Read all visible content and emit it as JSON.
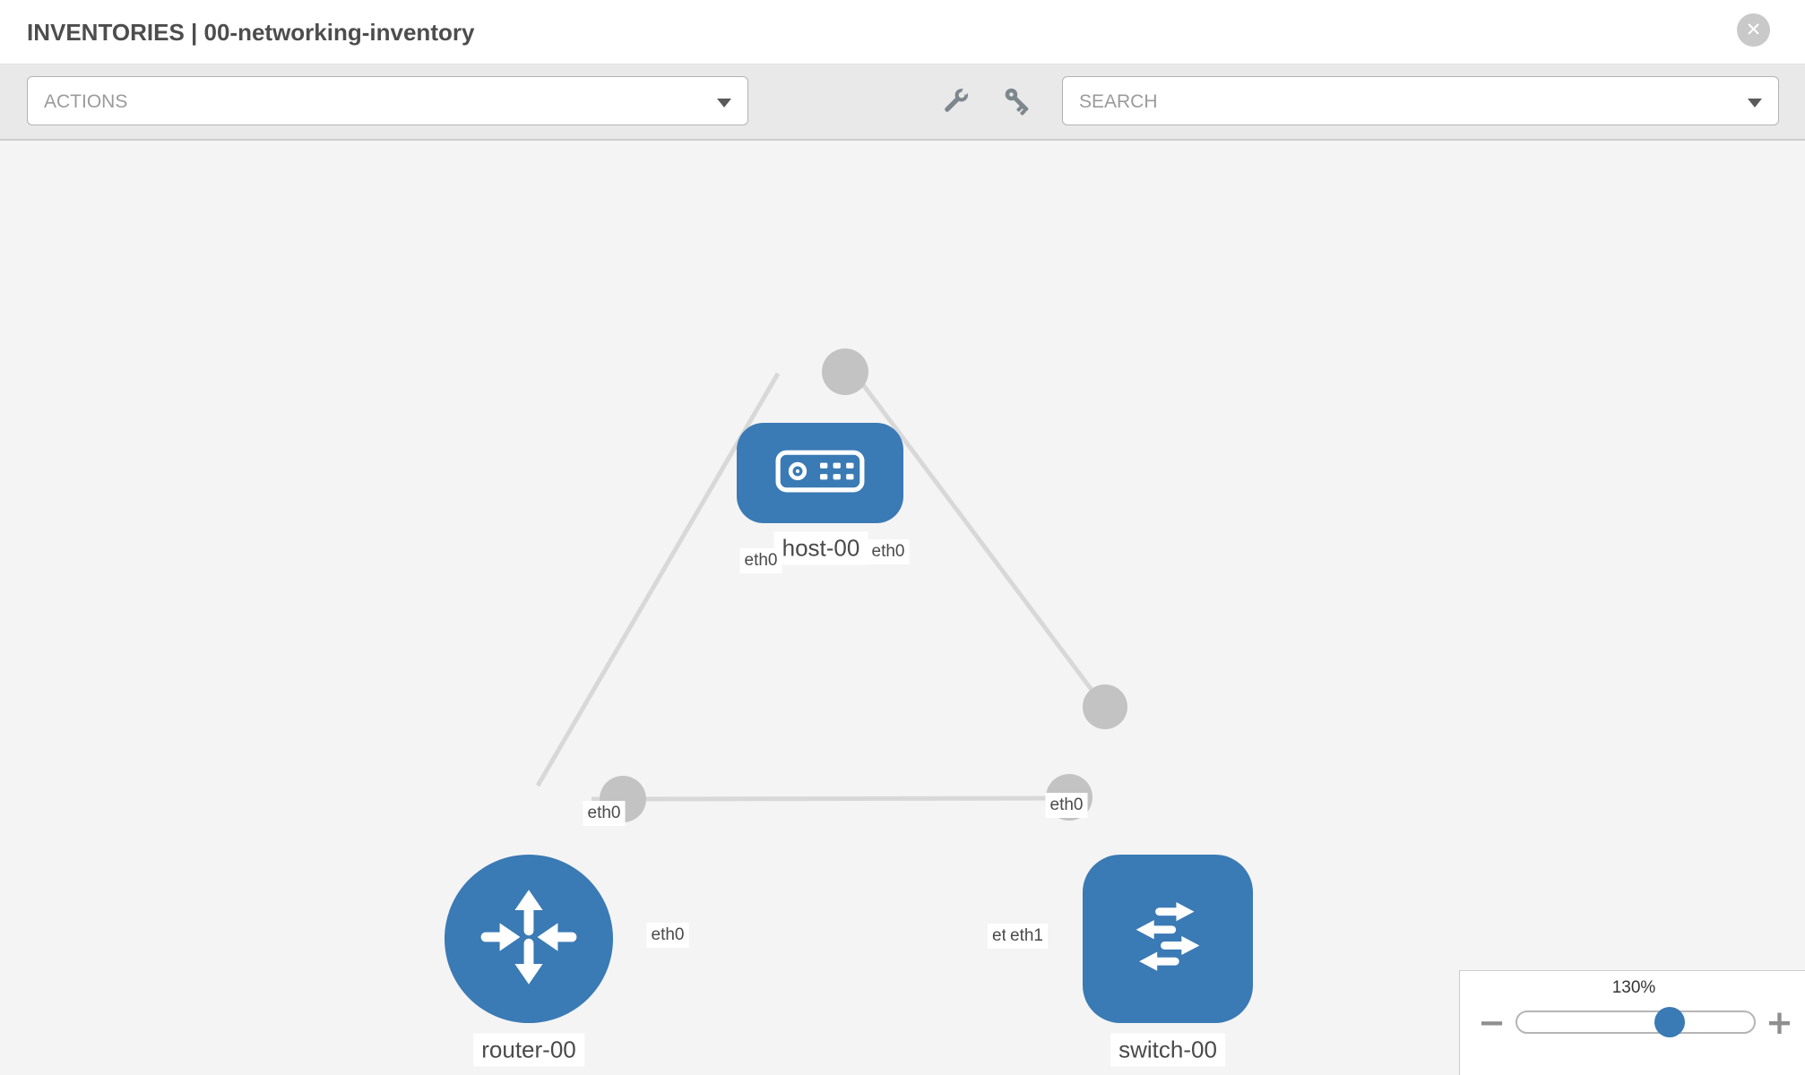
{
  "window": {
    "title": "INVENTORIES | 00-networking-inventory"
  },
  "toolbar": {
    "actions_label": "ACTIONS",
    "search_label": "SEARCH",
    "icon_buttons": [
      "wrench-icon",
      "key-icon"
    ]
  },
  "icons": {
    "close_glyph": "✕",
    "node_icons": {
      "host-00": "server-icon",
      "router-00": "router-crossed-arrows-icon",
      "switch-00": "switch-arrows-icon"
    }
  },
  "diagram": {
    "nodes": [
      {
        "id": "host-00",
        "label": "host-00",
        "type": "host"
      },
      {
        "id": "router-00",
        "label": "router-00",
        "type": "router"
      },
      {
        "id": "switch-00",
        "label": "switch-00",
        "type": "switch"
      }
    ],
    "links": [
      {
        "source": "host-00",
        "source_interface": "eth0",
        "target": "router-00",
        "target_interface": "eth0"
      },
      {
        "source": "host-00",
        "source_interface": "eth0",
        "target": "switch-00",
        "target_interface": "eth0"
      },
      {
        "source": "router-00",
        "source_interface": "eth0",
        "target": "switch-00",
        "target_interface": "eth1",
        "target_interface_overlapped": "eth0"
      }
    ]
  },
  "zoom_control": {
    "level": "130%",
    "zoom_out_glyph": "−",
    "zoom_in_glyph": "+"
  },
  "colors": {
    "node_blue": "#3a7ab5",
    "link_gray": "#d8d8d8",
    "connector_gray": "#c3c3c3",
    "canvas_bg": "#f4f4f4",
    "toolbar_bg": "#e9e9e9"
  }
}
